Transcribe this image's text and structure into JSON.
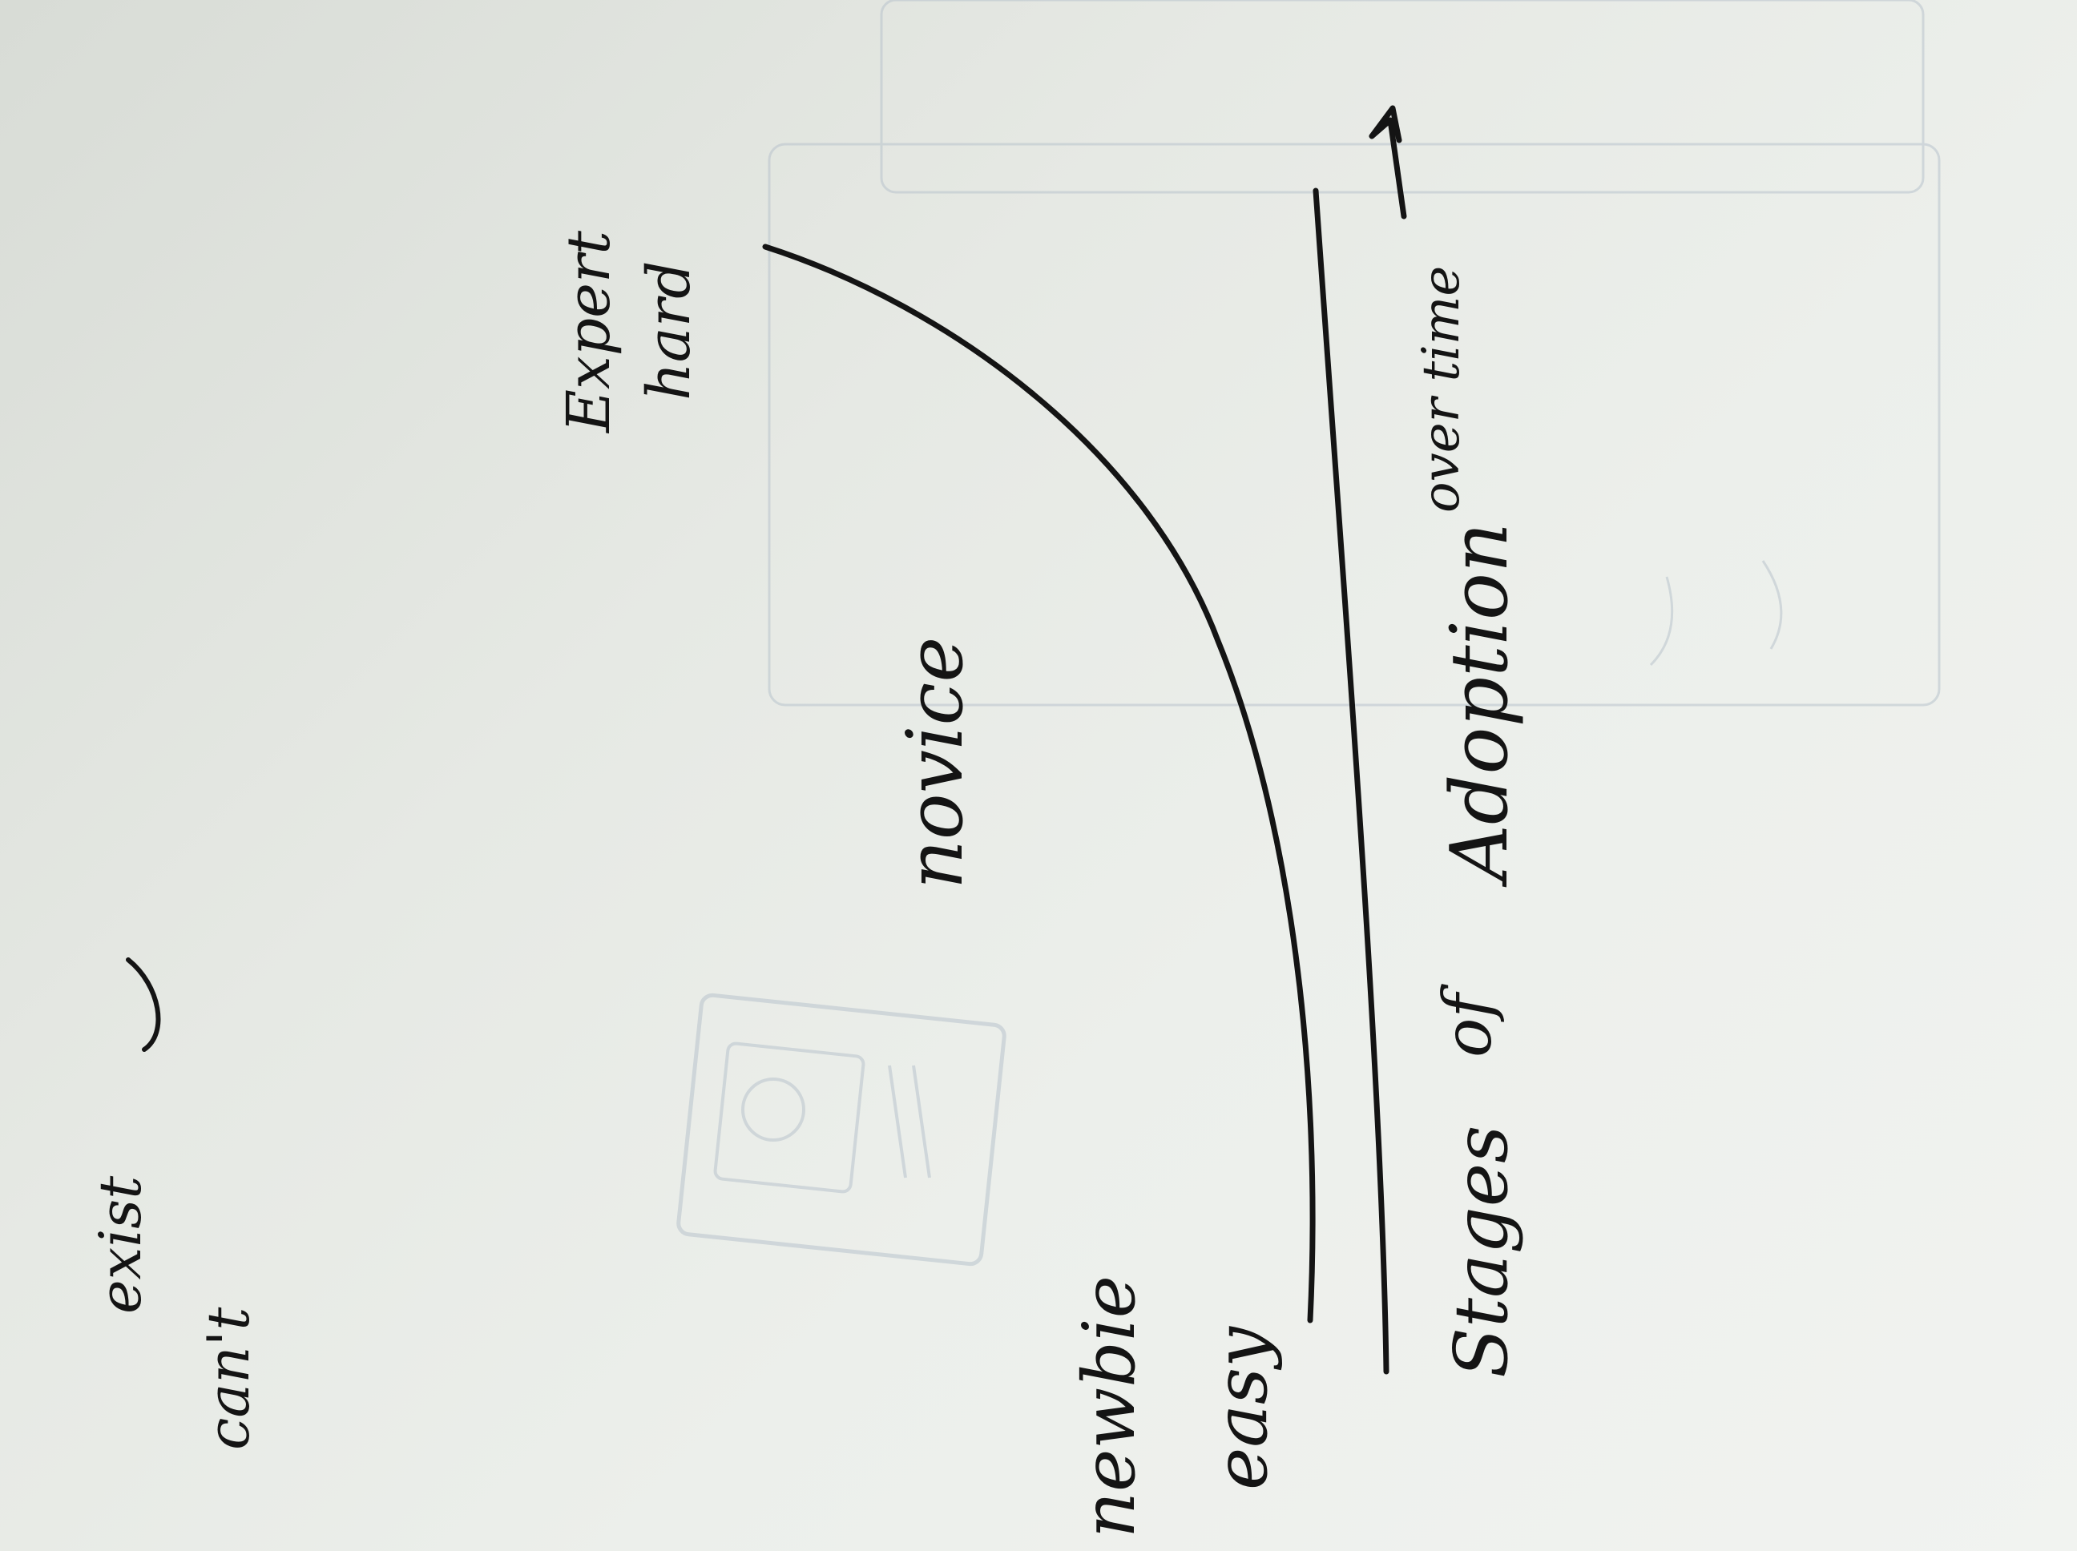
{
  "photo": {
    "subject": "handwritten sketch on paper, photographed rotated",
    "ink_color": "#141414",
    "paper_color": "#e8ebe6"
  },
  "sketch": {
    "label_expert": "Expert",
    "label_hard": "hard",
    "label_novice": "novice",
    "label_newbie": "newbie",
    "label_easy": "easy",
    "axis_label_stages": "Stages",
    "axis_label_of": "of",
    "axis_label_adoption": "Adoption",
    "axis_label_over_time": "over time"
  },
  "margin_notes": {
    "note_a": "can't",
    "note_b": "exist"
  }
}
